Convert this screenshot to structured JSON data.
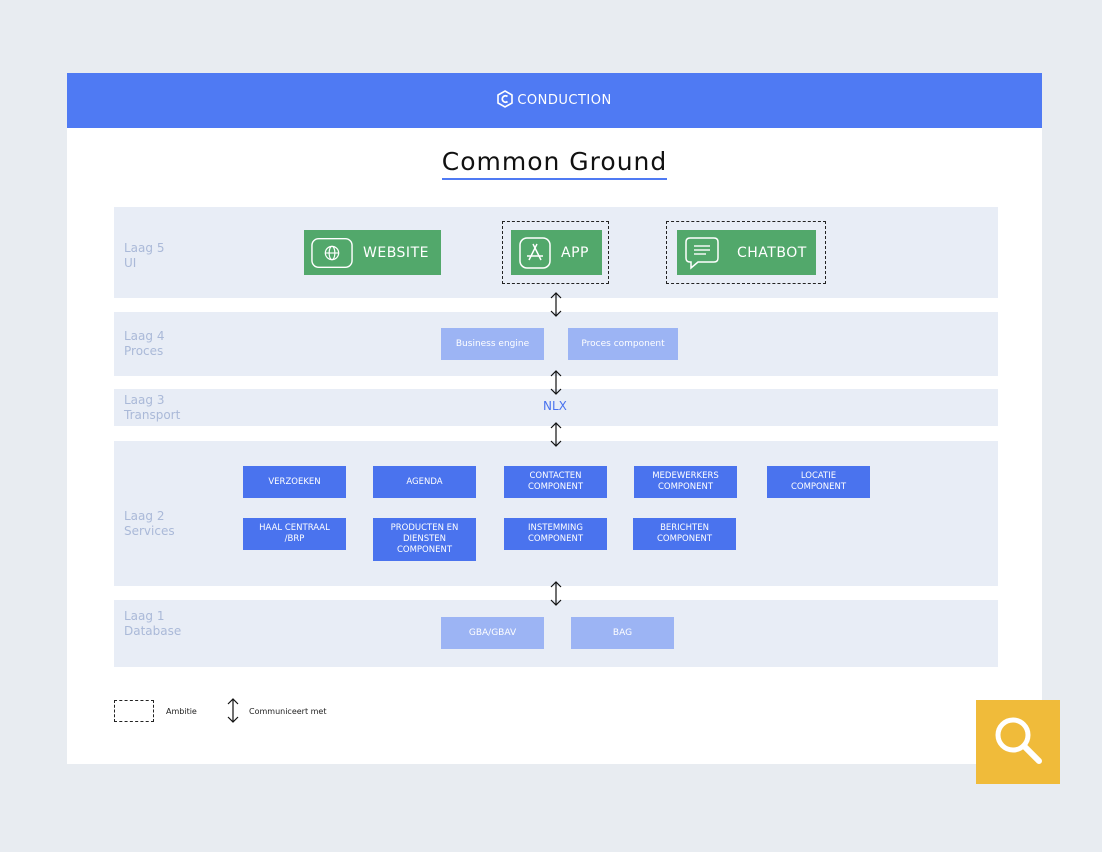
{
  "brand": {
    "name": "CONDUCTION"
  },
  "title": "Common Ground",
  "layers": {
    "laag5": {
      "line1": "Laag 5",
      "line2": "UI"
    },
    "laag4": {
      "line1": "Laag 4",
      "line2": "Proces"
    },
    "laag3": {
      "line1": "Laag 3",
      "line2": "Transport"
    },
    "laag2": {
      "line1": "Laag 2",
      "line2": "Services"
    },
    "laag1": {
      "line1": "Laag 1",
      "line2": "Database"
    }
  },
  "ui": {
    "website": "WEBSITE",
    "app": "APP",
    "chatbot": "CHATBOT"
  },
  "proces": {
    "business_engine": "Business engine",
    "proces_component": "Proces component"
  },
  "transport": {
    "nlx": "NLX"
  },
  "services": [
    "VERZOEKEN",
    "AGENDA",
    "CONTACTEN\nCOMPONENT",
    "MEDEWERKERS\nCOMPONENT",
    "LOCATIE\nCOMPONENT",
    "HAAL CENTRAAL\n/BRP",
    "PRODUCTEN EN\nDIENSTEN\nCOMPONENT",
    "INSTEMMING\nCOMPONENT",
    "BERICHTEN\nCOMPONENT"
  ],
  "database": {
    "gba": "GBA/GBAV",
    "bag": "BAG"
  },
  "legend": {
    "ambitie": "Ambitie",
    "communiceert": "Communiceert met"
  },
  "colors": {
    "header": "#4f7af3",
    "ui_green": "#52a86b",
    "service_blue": "#4a73ee",
    "light_blue": "#9cb4f4",
    "search_yellow": "#f0bb3a"
  },
  "icons": {
    "logo": "conduction-logo-icon",
    "website": "globe-icon",
    "app": "app-store-icon",
    "chatbot": "chat-bubble-icon",
    "search": "search-icon",
    "arrow": "double-arrow-icon"
  }
}
